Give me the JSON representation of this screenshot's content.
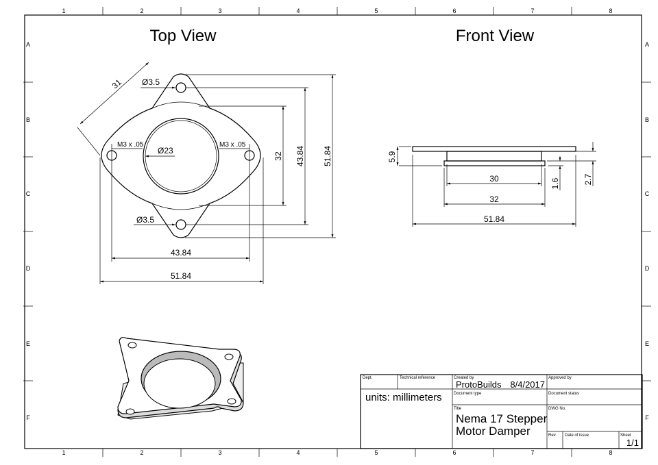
{
  "grid": {
    "columns": [
      "1",
      "2",
      "3",
      "4",
      "5",
      "6",
      "7",
      "8"
    ],
    "rows": [
      "A",
      "B",
      "C",
      "D",
      "E",
      "F"
    ]
  },
  "views": {
    "top": "Top View",
    "front": "Front View"
  },
  "top_dims": {
    "diag": "31",
    "hole_top": "Ø3.5",
    "hole_bottom": "Ø3.5",
    "thread_left": "M3 x .05",
    "thread_right": "M3 x .05",
    "bore": "Ø23",
    "v32": "32",
    "v4384": "43.84",
    "v5184": "51.84",
    "h4384": "43.84",
    "h5184": "51.84"
  },
  "front_dims": {
    "h59": "5.9",
    "w30": "30",
    "w32": "32",
    "h16": "1.6",
    "h27": "2.7",
    "w5184": "51.84"
  },
  "title_block": {
    "dept_label": "Dept.",
    "techref_label": "Technical reference",
    "created_label": "Created by",
    "created_by": "ProtoBuilds",
    "date": "8/4/2017",
    "approved_label": "Approved by",
    "units": "units: millimeters",
    "doctype_label": "Document type",
    "docstatus_label": "Document status",
    "title_label": "Title",
    "title_line1": "Nema 17 Stepper",
    "title_line2": "Motor Damper",
    "dwg_label": "DWG No.",
    "rev_label": "Rev.",
    "issue_label": "Date of issue",
    "sheet_label": "Sheet",
    "sheet": "1/1"
  }
}
